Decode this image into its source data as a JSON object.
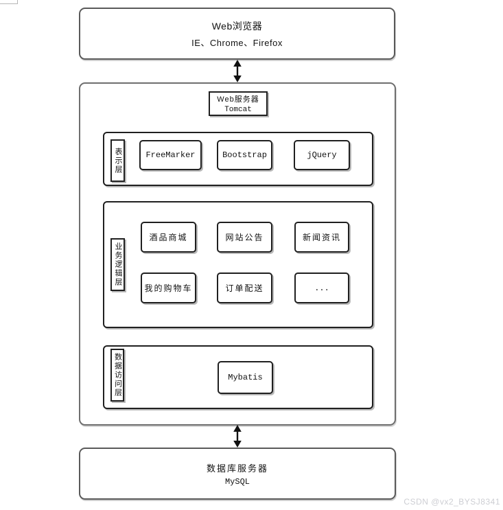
{
  "browser": {
    "title": "Web浏览器",
    "subtitle": "IE、Chrome、Firefox"
  },
  "server": {
    "title": "Web服务器",
    "subtitle": "Tomcat"
  },
  "layers": {
    "presentation": {
      "label": "表示层",
      "items": [
        "FreeMarker",
        "Bootstrap",
        "jQuery"
      ]
    },
    "business": {
      "label": "业务逻辑层",
      "items": [
        "酒品商城",
        "网站公告",
        "新闻资讯",
        "我的购物车",
        "订单配送",
        "..."
      ]
    },
    "data_access": {
      "label": "数据访问层",
      "items": [
        "Mybatis"
      ]
    }
  },
  "database": {
    "title": "数据库服务器",
    "subtitle": "MySQL"
  },
  "watermark": {
    "text": "CSDN @vx2_BYSJ8341",
    "color": "#cdced3"
  },
  "colors": {
    "background": "#ffffff",
    "outer_border": "#595959",
    "container_border": "#6e6e6e",
    "inner_border": "#1f1f1f",
    "shadow": "#b8b8b8",
    "arrow": "#111111"
  }
}
